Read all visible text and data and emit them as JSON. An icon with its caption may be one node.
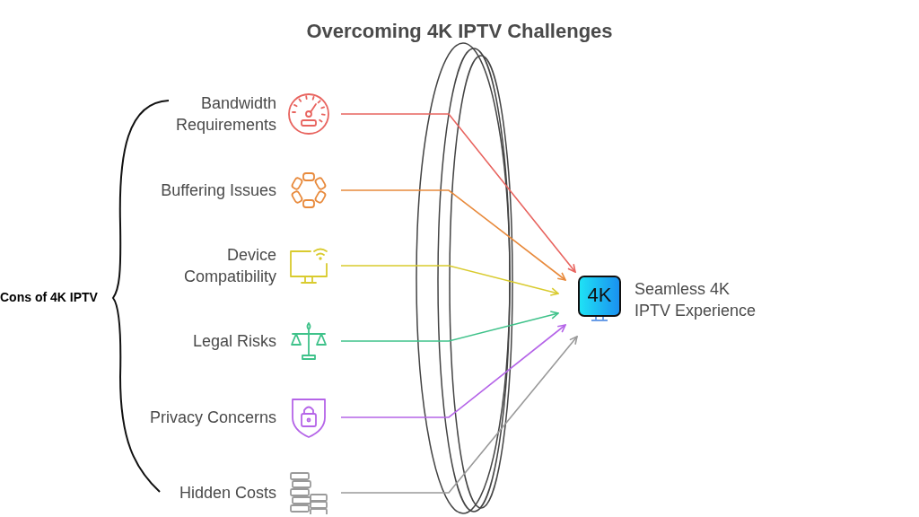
{
  "diagram": {
    "title": "Overcoming 4K IPTV Challenges",
    "nodes": [
      {
        "text": [
          "Bandwidth Requirements"
        ]
      },
      {
        "text": [
          "Buffering Issues"
        ]
      },
      {
        "text": [
          "Device Compatibility"
        ]
      },
      {
        "text": [
          "Legal Risks"
        ]
      },
      {
        "text": [
          "Privacy Concerns"
        ]
      },
      {
        "text": [
          "Hidden Costs"
        ]
      },
      {
        "text": [
          "4K"
        ],
        "beside": [
          "Seamless 4K IPTV Experience"
        ]
      }
    ],
    "edges": [
      {
        "from": 0,
        "to": 6,
        "arrow": "to",
        "color": "#e8645f"
      },
      {
        "from": 1,
        "to": 6,
        "arrow": "to",
        "color": "#e88a3c"
      },
      {
        "from": 2,
        "to": 6,
        "arrow": "to",
        "color": "#d9cb2e"
      },
      {
        "from": 3,
        "to": 6,
        "arrow": "to",
        "color": "#3fc28a"
      },
      {
        "from": 4,
        "to": 6,
        "arrow": "to",
        "color": "#b565e8"
      },
      {
        "from": 5,
        "to": 6,
        "arrow": "to",
        "color": "#9a9a9a"
      }
    ],
    "labels": [
      "Cons of 4K IPTV"
    ]
  }
}
